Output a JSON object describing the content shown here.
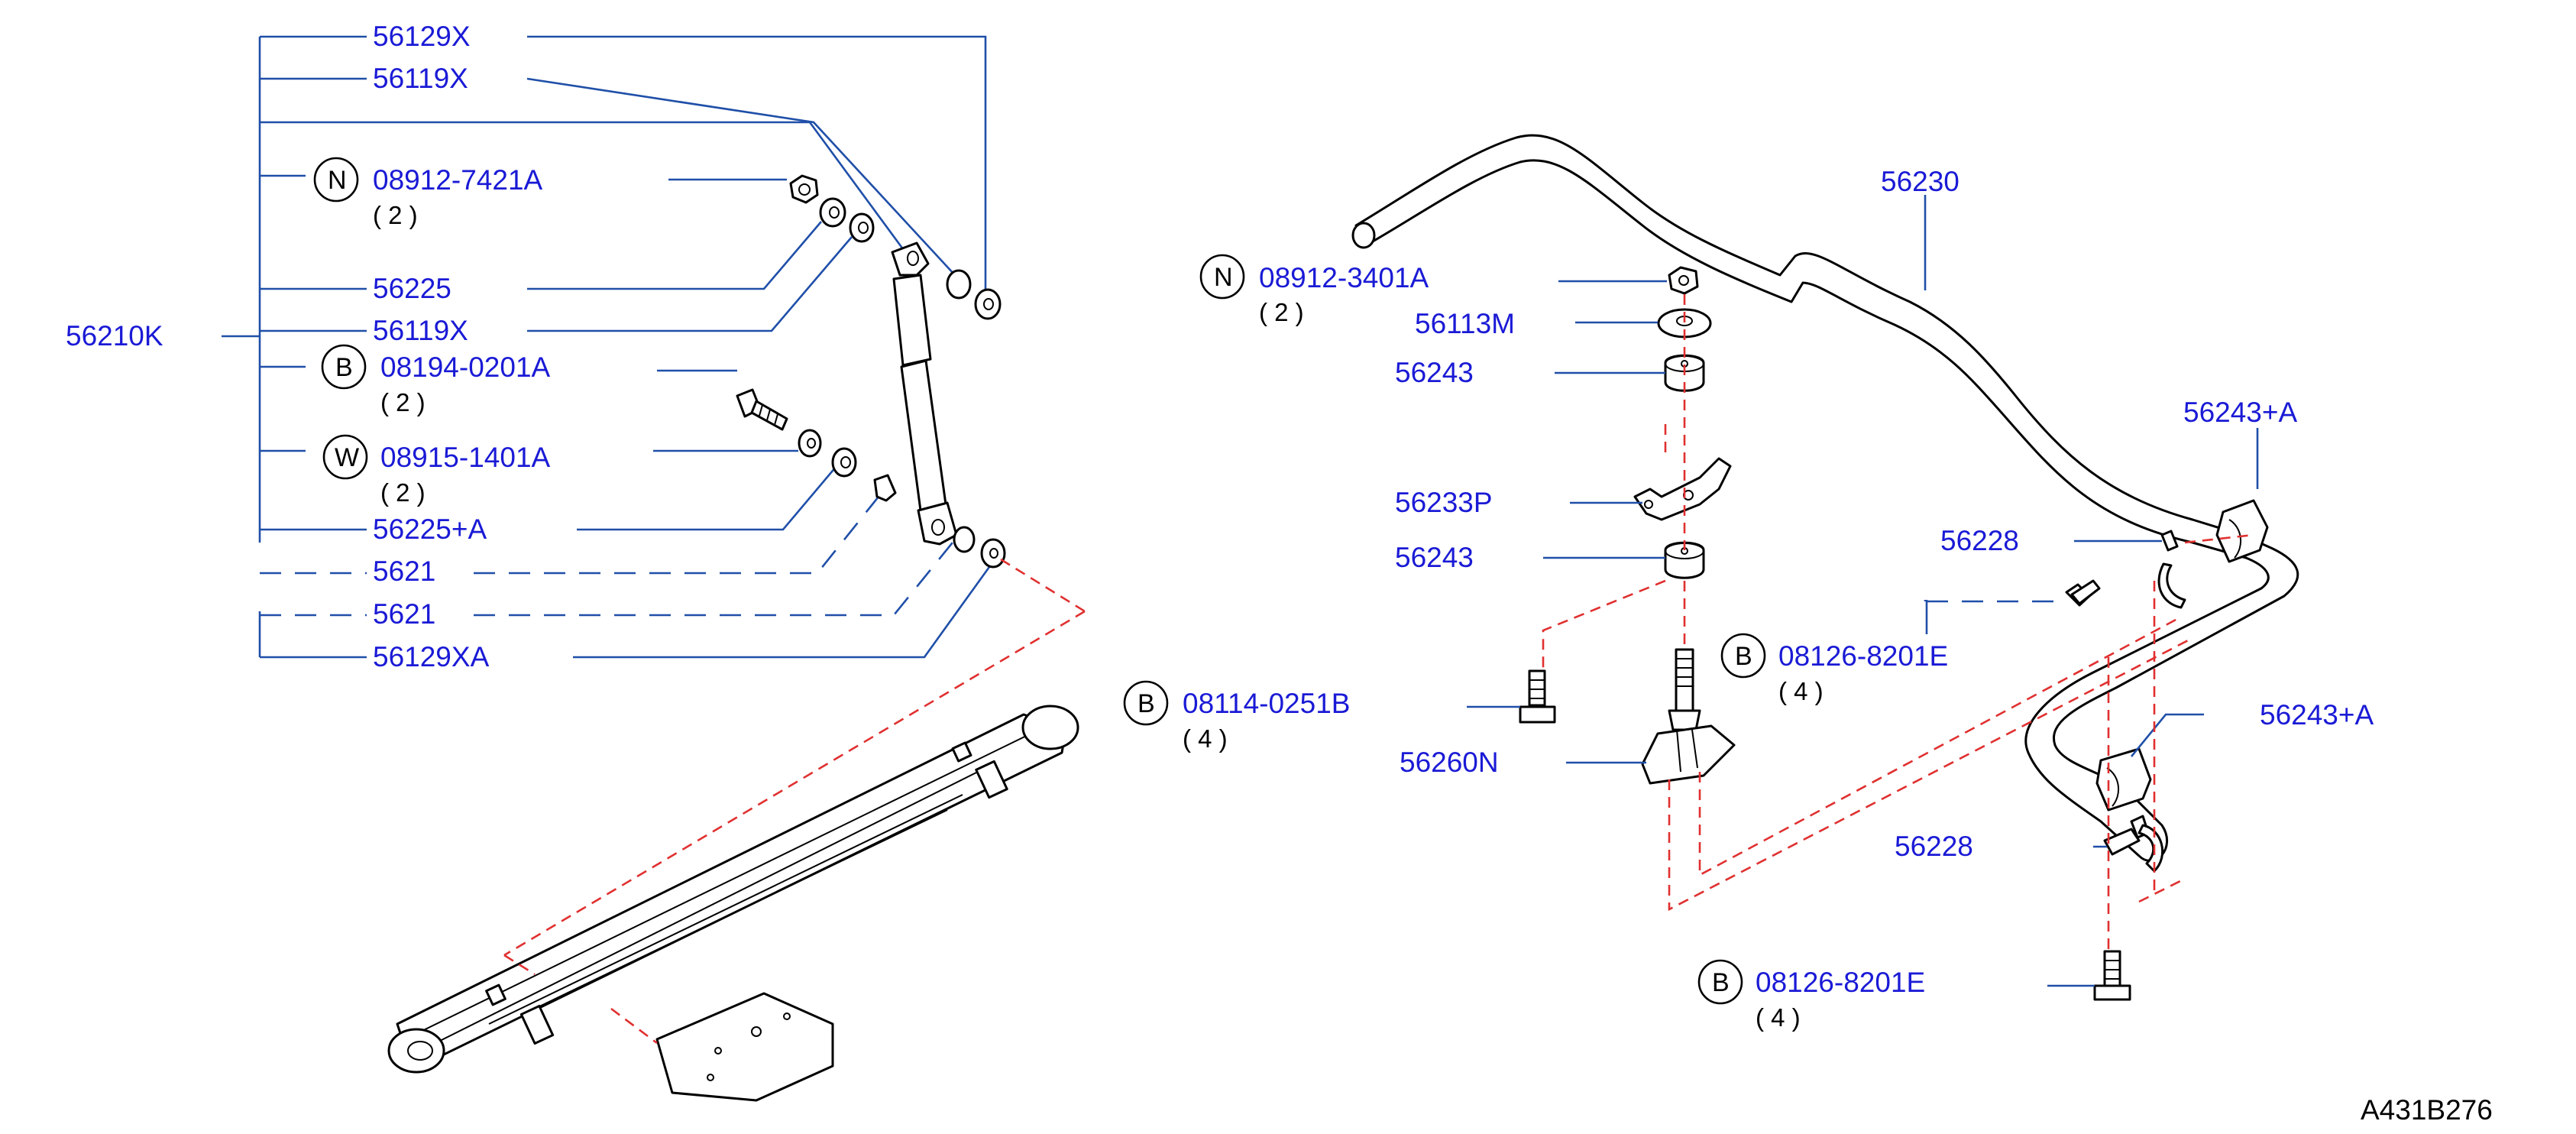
{
  "labels": {
    "l56129x": "56129X",
    "l56119x_top": "56119X",
    "n1_code": "08912-7421A",
    "n1_qty": "( 2 )",
    "l56225": "56225",
    "l56119x_mid": "56119X",
    "l56210k": "56210K",
    "b1_code": "08194-0201A",
    "b1_qty": "( 2 )",
    "w1_code": "08915-1401A",
    "w1_qty": "( 2 )",
    "l56225a": "56225+A",
    "l5621_a": "5621",
    "l5621_b": "5621",
    "l56129xa": "56129XA",
    "n2_code": "08912-3401A",
    "n2_qty": "( 2 )",
    "l56113m": "56113M",
    "l56243": "56243",
    "l56233p": "56233P",
    "l56243_lower": "56243",
    "b2_code": "08114-0251B",
    "b2_qty": "( 4 )",
    "l56260n": "56260N",
    "l56230": "56230",
    "l56243a_top": "56243+A",
    "l56228_top": "56228",
    "b3_code": "08126-8201E",
    "b3_qty": "( 4 )",
    "l56243a_bot": "56243+A",
    "l56228_bot": "56228",
    "b4_code": "08126-8201E",
    "b4_qty": "( 4 )",
    "ref_code": "A431B276"
  },
  "symbols": {
    "nut": "N",
    "bolt": "B",
    "washer": "W"
  },
  "colors": {
    "label_text": "#1a1ad6",
    "leader_line": "#1f4fa8",
    "phantom_line": "#e03030"
  }
}
